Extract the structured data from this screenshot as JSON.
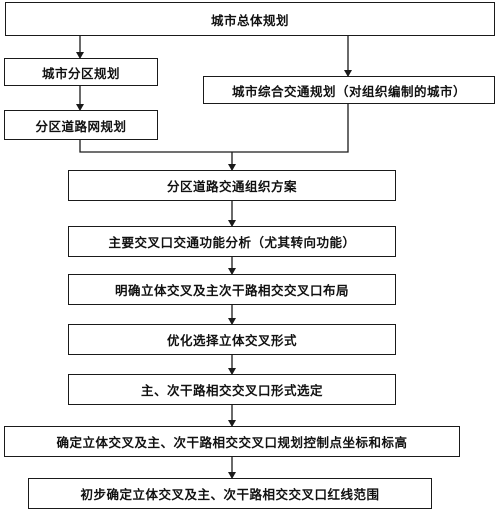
{
  "flowchart": {
    "nodes": {
      "master_plan": "城市总体规划",
      "district_plan": "城市分区规划",
      "district_road_network": "分区道路网规划",
      "comprehensive_traffic": "城市综合交通规划（对组织编制的城市）",
      "district_traffic_organization": "分区道路交通组织方案",
      "intersection_function_analysis": "主要交叉口交通功能分析（尤其转向功能）",
      "interchange_layout": "明确立体交叉及主次干路相交交叉口布局",
      "interchange_form": "优化选择立体交叉形式",
      "intersection_form": "主、次干路相交交叉口形式选定",
      "control_points": "确定立体交叉及主、次干路相交交叉口规划控制点坐标和标高",
      "red_line_scope": "初步确定立体交叉及主、次干路相交交叉口红线范围"
    }
  }
}
